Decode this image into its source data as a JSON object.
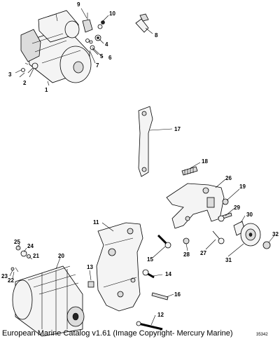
{
  "caption": "European Marine Catalog v1.61 (Image Copyright- Mercury Marine)",
  "ref_number": "35342",
  "callouts": {
    "c1": "1",
    "c2": "2",
    "c3": "3",
    "c4": "4",
    "c5": "5",
    "c6": "6",
    "c7": "7",
    "c8": "8",
    "c9": "9",
    "c10": "10",
    "c11": "11",
    "c12": "12",
    "c13": "13",
    "c14": "14",
    "c15": "15",
    "c16": "16",
    "c17": "17",
    "c18": "18",
    "c19": "19",
    "c20": "20",
    "c21": "21",
    "c22": "22",
    "c23": "23",
    "c24": "24",
    "c25": "25",
    "c26": "26",
    "c27": "27",
    "c28": "28",
    "c29": "29",
    "c30": "30",
    "c31": "31",
    "c32": "32"
  }
}
